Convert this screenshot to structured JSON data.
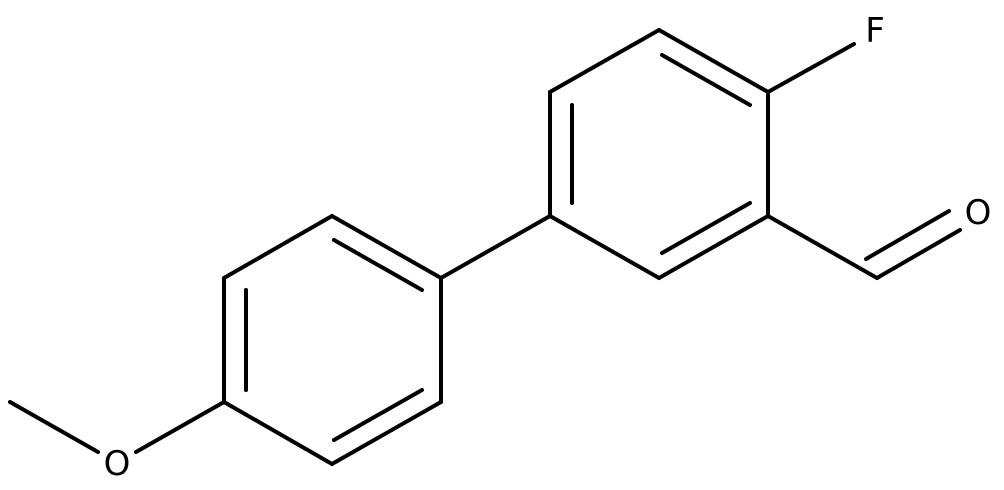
{
  "structure": {
    "atoms": [
      {
        "id": "F",
        "symbol": "F",
        "label": "F"
      },
      {
        "id": "O_ald",
        "symbol": "O",
        "label": "O"
      },
      {
        "id": "O_meth",
        "symbol": "O",
        "label": "O"
      }
    ]
  }
}
